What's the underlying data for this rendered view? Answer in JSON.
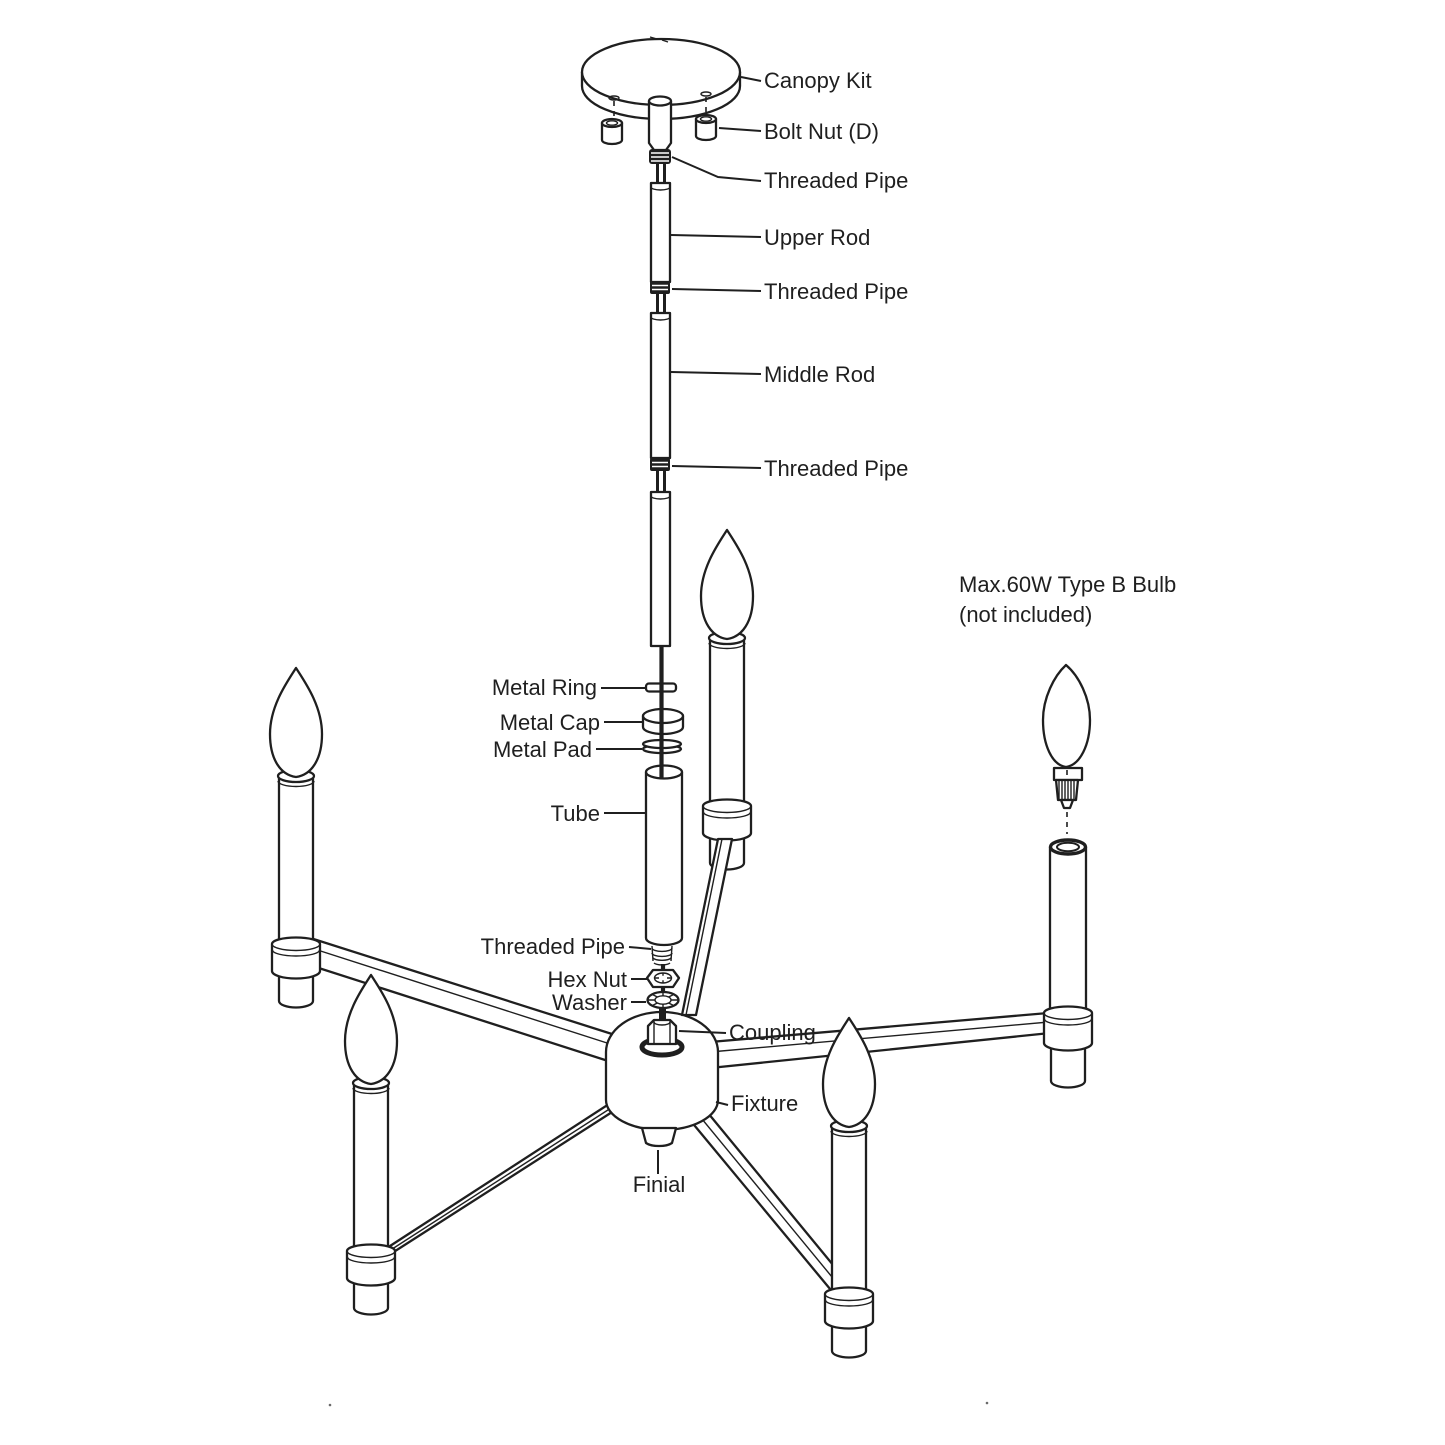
{
  "diagram": {
    "background": "#ffffff",
    "line_color": "#1f1f1f",
    "note": {
      "line1": "Max.60W Type B Bulb",
      "line2": "(not included)"
    },
    "labels": {
      "canopy_kit": "Canopy Kit",
      "bolt_nut": "Bolt Nut (D)",
      "threaded_pipe_top": "Threaded Pipe",
      "upper_rod": "Upper Rod",
      "threaded_pipe_upper": "Threaded Pipe",
      "middle_rod": "Middle Rod",
      "threaded_pipe_lower": "Threaded Pipe",
      "metal_ring": "Metal Ring",
      "metal_cap": "Metal Cap",
      "metal_pad": "Metal Pad",
      "tube": "Tube",
      "threaded_pipe_bottom": "Threaded Pipe",
      "hex_nut": "Hex Nut",
      "washer": "Washer",
      "coupling": "Coupling",
      "fixture": "Fixture",
      "finial": "Finial"
    }
  }
}
